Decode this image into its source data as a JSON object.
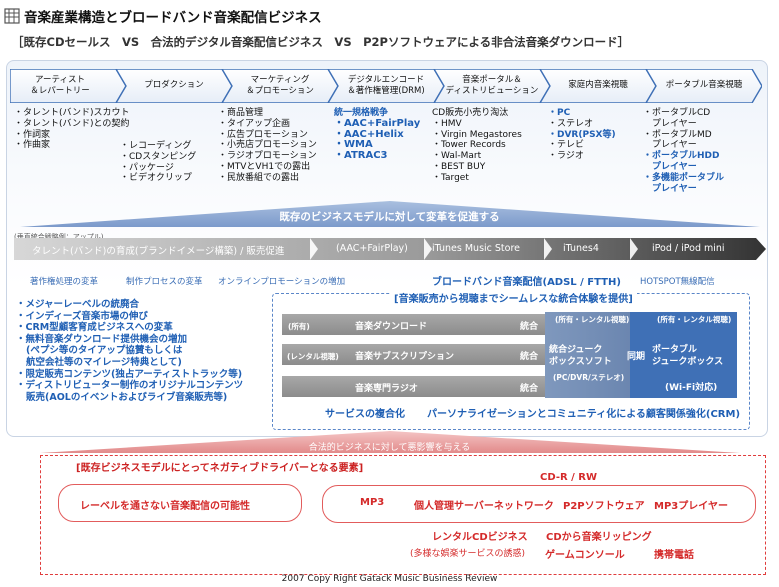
{
  "header": {
    "title": "音楽産業構造とブロードバンド音楽配信ビジネス",
    "subtitle": "［既存CDセールス　VS　合法的デジタル音楽配信ビジネス　VS　P2Pソフトウェアによる非合法音楽ダウンロード］"
  },
  "stages": [
    {
      "label": "アーティスト\n＆レパートリー"
    },
    {
      "label": "プロダクション"
    },
    {
      "label": "マーケティング\n＆プロモーション"
    },
    {
      "label": "デジタルエンコード\n＆著作権管理(DRM)"
    },
    {
      "label": "音楽ポータル＆\nディストリビューション"
    },
    {
      "label": "家庭内音楽視聴"
    },
    {
      "label": "ポータブル音楽視聴"
    }
  ],
  "columns": {
    "artist": [
      "・タレント(バンド)スカウト",
      "・タレント(バンド)との契約",
      "・作詞家",
      "・作曲家"
    ],
    "production": [
      "・レコーディング",
      "・CDスタンピング",
      "・パッケージ",
      "・ビデオクリップ"
    ],
    "marketing": [
      "・商品管理",
      "・タイアップ企画",
      "・広告プロモーション",
      "・小売店プロモーション",
      "・ラジオプロモーション",
      "・MTVとVH1での露出",
      "・民放番組での露出"
    ],
    "drm_heading": "統一規格戦争",
    "drm": [
      "・AAC+FairPlay",
      "・AAC+Helix",
      "・WMA",
      "・ATRAC3"
    ],
    "distribution_heading": "CD販売小売り淘汰",
    "distribution": [
      "・HMV",
      "・Virgin Megastores",
      "・Tower Records",
      "・Wal-Mart",
      "・BEST BUY",
      "・Target"
    ],
    "home": [
      {
        "text": "・PC",
        "style": "blue"
      },
      {
        "text": "・ステレオ",
        "style": "plain"
      },
      {
        "text": "・DVR(PSX等)",
        "style": "blue"
      },
      {
        "text": "・テレビ",
        "style": "plain"
      },
      {
        "text": "・ラジオ",
        "style": "plain"
      }
    ],
    "portable": [
      {
        "text": "・ポータブルCD",
        "style": "plain"
      },
      {
        "text": "　プレイヤー",
        "style": "plain"
      },
      {
        "text": "・ポータブルMD",
        "style": "plain"
      },
      {
        "text": "　プレイヤー",
        "style": "plain"
      },
      {
        "text": "・ポータブルHDD",
        "style": "blue"
      },
      {
        "text": "　プレイヤー",
        "style": "blue"
      },
      {
        "text": "・多機能ポータブル",
        "style": "blue"
      },
      {
        "text": "　プレイヤー",
        "style": "blue"
      }
    ]
  },
  "promo_band": "既存のビジネスモデルに対して変革を促進する",
  "history": {
    "caption": "(垂直統合戦略例：アップル)",
    "items": [
      "タレント(バンド)の育成(ブランドイメージ構築) / 販売促進",
      "(AAC+FairPlay)",
      "iTunes Music Store",
      "iTunes4",
      "iPod / iPod mini"
    ]
  },
  "changes": {
    "copyright": "著作権処理の変革",
    "production": "制作プロセスの変革",
    "online": "オンラインプロモーションの増加",
    "broadband": "ブロードバンド音楽配信(ADSL / FTTH)",
    "hotspot": "HOTSPOT無線配信"
  },
  "bullets": [
    {
      "text": "・メジャーレーベルの統廃合",
      "cont": false
    },
    {
      "text": "・インディーズ音楽市場の伸び",
      "cont": false
    },
    {
      "text": "・CRM型顧客育成ビジネスへの変革",
      "cont": false
    },
    {
      "text": "・無料音楽ダウンロード提供機会の増加",
      "cont": false
    },
    {
      "text": "(ペプシ等のタイアップ協賛もしくは",
      "cont": true
    },
    {
      "text": "航空会社等のマイレージ特典として)",
      "cont": true
    },
    {
      "text": "・限定販売コンテンツ(独占アーティストトラック等)",
      "cont": false
    },
    {
      "text": "・ディストリビューター制作のオリジナルコンテンツ",
      "cont": false
    },
    {
      "text": "販売(AOLのイベントおよびライブ音楽販売等)",
      "cont": true
    }
  ],
  "experience": {
    "title": "[音楽販売から視聴までシームレスな統合体験を提供]",
    "rows": [
      {
        "tag": "(所有)",
        "label": "音楽ダウンロード",
        "end": "統合"
      },
      {
        "tag": "(レンタル視聴)",
        "label": "音楽サブスクリプション",
        "end": "統合"
      },
      {
        "tag": "",
        "label": "音楽専門ラジオ",
        "end": "統合"
      }
    ],
    "block1": {
      "tag": "(所有・レンタル視聴)",
      "label": "統合ジューク\nボックスソフト",
      "sub": "(PC/DVR/ステレオ)"
    },
    "sync": "同期",
    "block2": {
      "tag": "(所有・レンタル視聴)",
      "label": "ポータブル\nジュークボックス",
      "sub": "(Wi-Fi対応)"
    },
    "bottom_left": "サービスの複合化",
    "bottom_right": "パーソナライゼーションとコミュニティ化による顧客関係強化(CRM)"
  },
  "neg_band": "合法的ビジネスに対して悪影響を与える",
  "negative": {
    "title": "[既存ビジネスモデルにとってネガティブドライバーとなる要素]",
    "left": "レーベルを通さない音楽配信の可能性",
    "cdr": "CD-R / RW",
    "mp3": "MP3",
    "server": "個人管理サーバーネットワーク",
    "p2p": "P2Pソフトウェア",
    "mp3player": "MP3プレイヤー",
    "rental": "レンタルCDビジネス",
    "ripping": "CDから音楽リッピング",
    "diverse": "(多様な娯楽サービスの誘惑)",
    "game": "ゲームコンソール",
    "phone": "携帯電話"
  },
  "footer": "2007 Copy Right Gatack Music Business Review",
  "colors": {
    "accent_blue": "#1f5fb4",
    "chevron_blue": "#3f70b6",
    "neg_red": "#d42a2a"
  }
}
